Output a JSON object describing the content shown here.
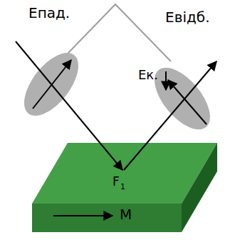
{
  "diagram": {
    "labels": [
      "Епад.",
      "Евідб.",
      "Ек.",
      "F",
      "1",
      "M"
    ]
  }
}
